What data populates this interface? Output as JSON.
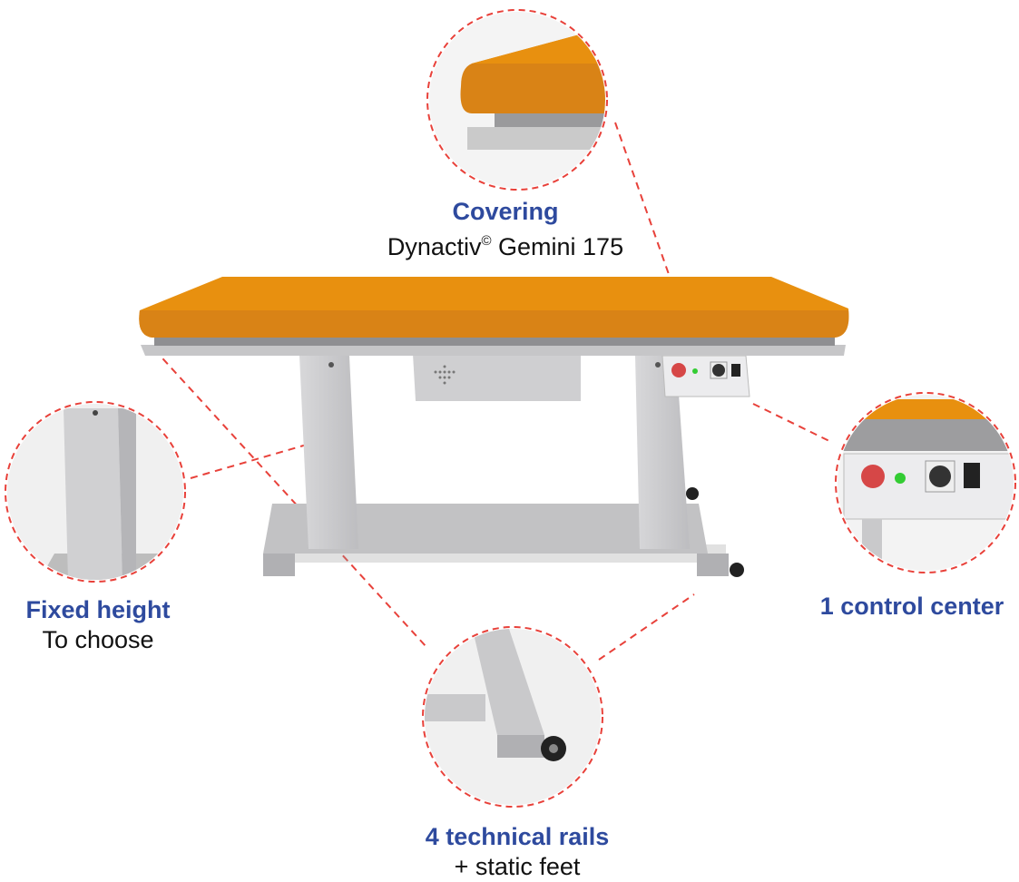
{
  "callouts": {
    "covering": {
      "title": "Covering",
      "subtitle_main": "Dynactiv",
      "subtitle_mark": "©",
      "subtitle_rest": " Gemini 175"
    },
    "fixed_height": {
      "title": "Fixed height",
      "subtitle": "To choose"
    },
    "control_center": {
      "title": "1 control center"
    },
    "rails": {
      "title": "4 technical rails",
      "subtitle": "+ static feet"
    }
  },
  "colors": {
    "title": "#2e4a9e",
    "dashed": "#e8413a",
    "cushion": "#e8900f",
    "frame": "#c9c9cb"
  }
}
